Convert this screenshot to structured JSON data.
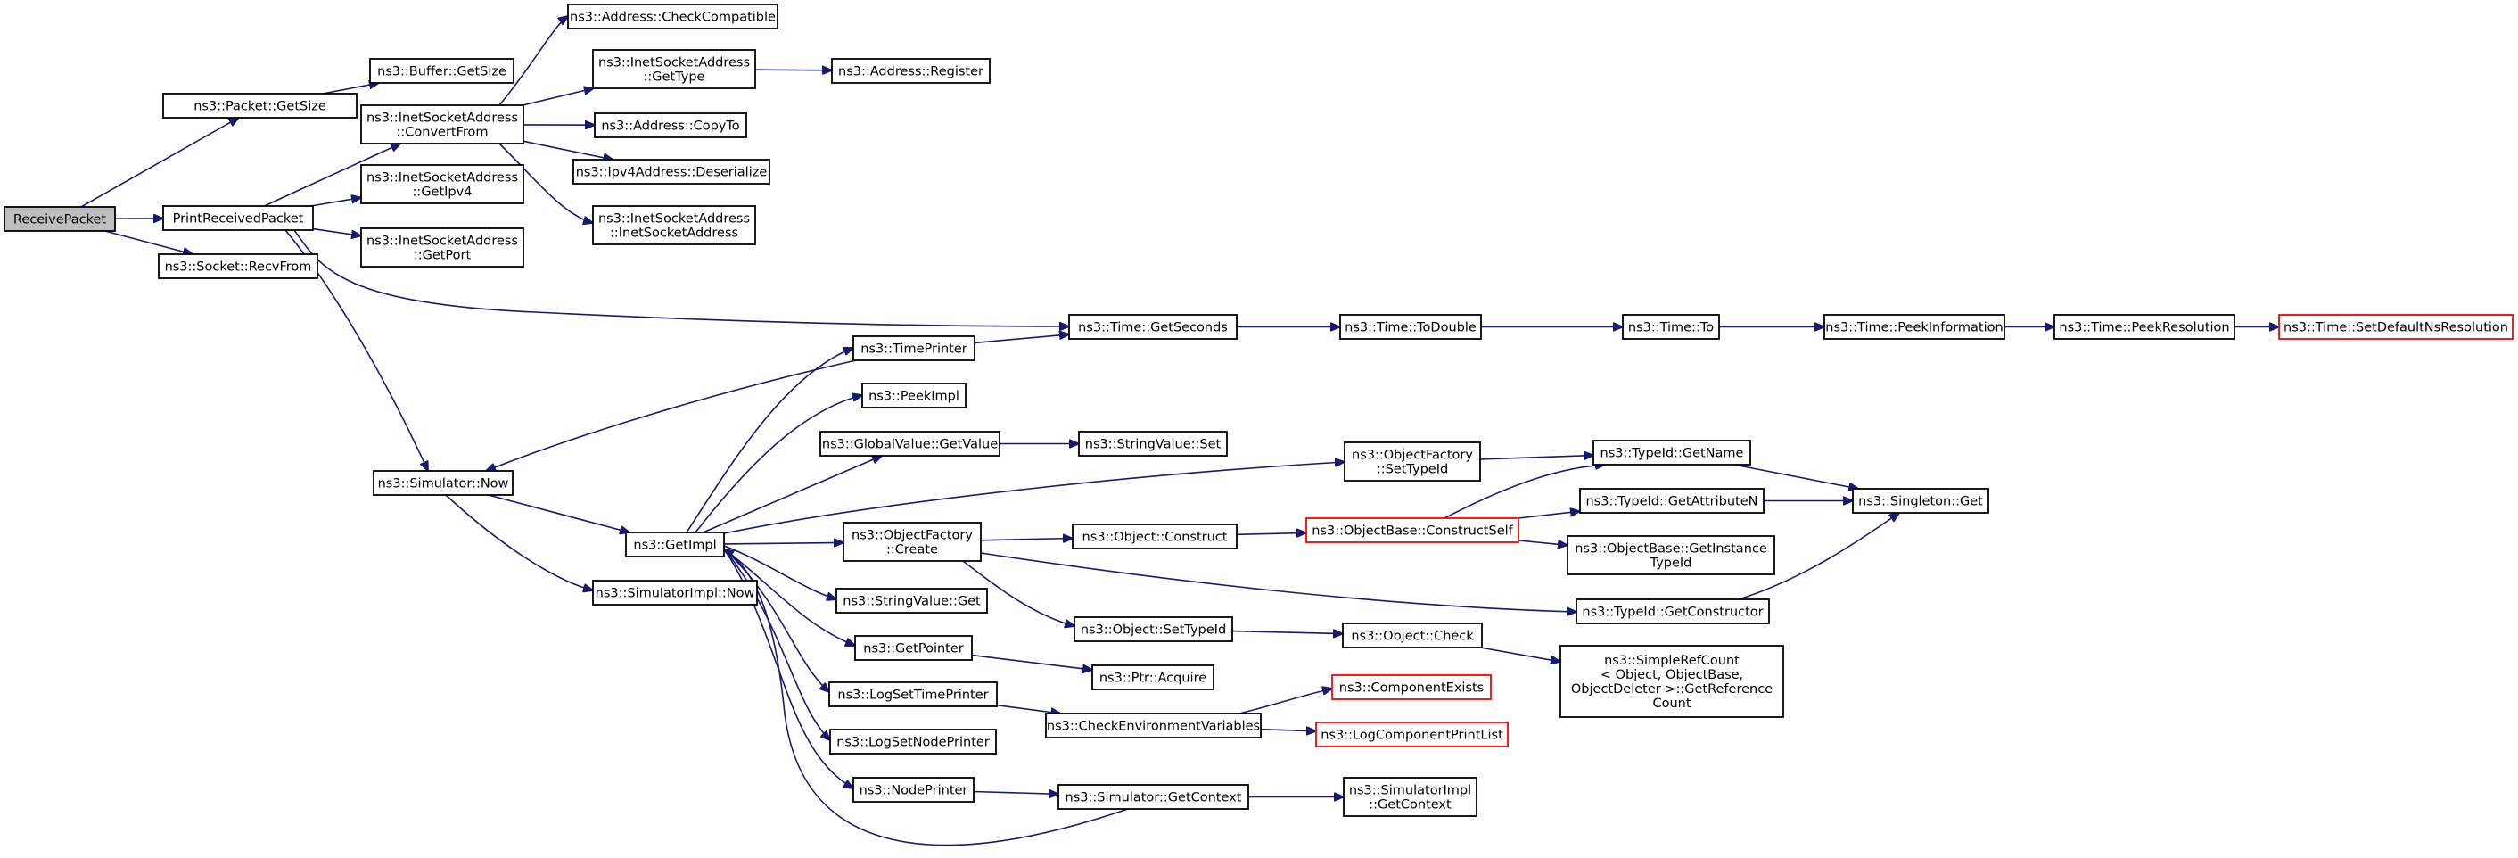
{
  "colors": {
    "edge": "#191970",
    "node_border": "#000000",
    "root_fill": "#bfbfbf",
    "red_border": "#ff0000",
    "background": "#ffffff"
  },
  "nodes": [
    {
      "id": "n0",
      "label": [
        "ReceivePacket"
      ],
      "kind": "root"
    },
    {
      "id": "n1",
      "label": [
        "ns3::Packet::GetSize"
      ]
    },
    {
      "id": "n2",
      "label": [
        "PrintReceivedPacket"
      ]
    },
    {
      "id": "n3",
      "label": [
        "ns3::Socket::RecvFrom"
      ]
    },
    {
      "id": "n4",
      "label": [
        "ns3::Buffer::GetSize"
      ]
    },
    {
      "id": "n5",
      "label": [
        "ns3::InetSocketAddress",
        "::ConvertFrom"
      ]
    },
    {
      "id": "n6",
      "label": [
        "ns3::InetSocketAddress",
        "::GetIpv4"
      ]
    },
    {
      "id": "n7",
      "label": [
        "ns3::InetSocketAddress",
        "::GetPort"
      ]
    },
    {
      "id": "n8",
      "label": [
        "ns3::Address::CheckCompatible"
      ]
    },
    {
      "id": "n9",
      "label": [
        "ns3::InetSocketAddress",
        "::GetType"
      ]
    },
    {
      "id": "n10",
      "label": [
        "ns3::Address::Register"
      ]
    },
    {
      "id": "n11",
      "label": [
        "ns3::Address::CopyTo"
      ]
    },
    {
      "id": "n12",
      "label": [
        "ns3::Ipv4Address::Deserialize"
      ]
    },
    {
      "id": "n13",
      "label": [
        "ns3::InetSocketAddress",
        "::InetSocketAddress"
      ]
    },
    {
      "id": "n14",
      "label": [
        "ns3::Time::GetSeconds"
      ]
    },
    {
      "id": "n15",
      "label": [
        "ns3::Time::ToDouble"
      ]
    },
    {
      "id": "n16",
      "label": [
        "ns3::Time::To"
      ]
    },
    {
      "id": "n17",
      "label": [
        "ns3::Time::PeekInformation"
      ]
    },
    {
      "id": "n18",
      "label": [
        "ns3::Time::PeekResolution"
      ]
    },
    {
      "id": "n19",
      "label": [
        "ns3::Time::SetDefaultNsResolution"
      ],
      "kind": "red"
    },
    {
      "id": "n20",
      "label": [
        "ns3::Simulator::Now"
      ]
    },
    {
      "id": "n21",
      "label": [
        "ns3::GetImpl"
      ]
    },
    {
      "id": "n22",
      "label": [
        "ns3::SimulatorImpl::Now"
      ]
    },
    {
      "id": "n23",
      "label": [
        "ns3::TimePrinter"
      ]
    },
    {
      "id": "n24",
      "label": [
        "ns3::PeekImpl"
      ]
    },
    {
      "id": "n25",
      "label": [
        "ns3::GlobalValue::GetValue"
      ]
    },
    {
      "id": "n26",
      "label": [
        "ns3::StringValue::Set"
      ]
    },
    {
      "id": "n27",
      "label": [
        "ns3::ObjectFactory",
        "::SetTypeId"
      ]
    },
    {
      "id": "n28",
      "label": [
        "ns3::TypeId::GetName"
      ]
    },
    {
      "id": "n29",
      "label": [
        "ns3::Singleton::Get"
      ]
    },
    {
      "id": "n30",
      "label": [
        "ns3::TypeId::GetAttributeN"
      ]
    },
    {
      "id": "n31",
      "label": [
        "ns3::ObjectFactory",
        "::Create"
      ]
    },
    {
      "id": "n32",
      "label": [
        "ns3::Object::Construct"
      ]
    },
    {
      "id": "n33",
      "label": [
        "ns3::ObjectBase::ConstructSelf"
      ],
      "kind": "red"
    },
    {
      "id": "n34",
      "label": [
        "ns3::ObjectBase::GetInstance",
        "TypeId"
      ]
    },
    {
      "id": "n35",
      "label": [
        "ns3::TypeId::GetConstructor"
      ]
    },
    {
      "id": "n36",
      "label": [
        "ns3::StringValue::Get"
      ]
    },
    {
      "id": "n37",
      "label": [
        "ns3::Object::SetTypeId"
      ]
    },
    {
      "id": "n38",
      "label": [
        "ns3::Object::Check"
      ]
    },
    {
      "id": "n39",
      "label": [
        "ns3::SimpleRefCount",
        "< Object, ObjectBase,",
        " ObjectDeleter >::GetReference",
        "Count"
      ]
    },
    {
      "id": "n40",
      "label": [
        "ns3::GetPointer"
      ]
    },
    {
      "id": "n41",
      "label": [
        "ns3::Ptr::Acquire"
      ]
    },
    {
      "id": "n42",
      "label": [
        "ns3::LogSetTimePrinter"
      ]
    },
    {
      "id": "n43",
      "label": [
        "ns3::CheckEnvironmentVariables"
      ]
    },
    {
      "id": "n44",
      "label": [
        "ns3::ComponentExists"
      ],
      "kind": "red"
    },
    {
      "id": "n45",
      "label": [
        "ns3::LogComponentPrintList"
      ],
      "kind": "red"
    },
    {
      "id": "n46",
      "label": [
        "ns3::LogSetNodePrinter"
      ]
    },
    {
      "id": "n47",
      "label": [
        "ns3::NodePrinter"
      ]
    },
    {
      "id": "n48",
      "label": [
        "ns3::Simulator::GetContext"
      ]
    },
    {
      "id": "n49",
      "label": [
        "ns3::SimulatorImpl",
        "::GetContext"
      ]
    }
  ],
  "edges": [
    [
      "n0",
      "n1"
    ],
    [
      "n0",
      "n2"
    ],
    [
      "n0",
      "n3"
    ],
    [
      "n1",
      "n4"
    ],
    [
      "n2",
      "n5"
    ],
    [
      "n2",
      "n6"
    ],
    [
      "n2",
      "n7"
    ],
    [
      "n2",
      "n14"
    ],
    [
      "n2",
      "n20"
    ],
    [
      "n5",
      "n8"
    ],
    [
      "n5",
      "n9"
    ],
    [
      "n5",
      "n11"
    ],
    [
      "n5",
      "n12"
    ],
    [
      "n5",
      "n13"
    ],
    [
      "n9",
      "n10"
    ],
    [
      "n14",
      "n15"
    ],
    [
      "n15",
      "n16"
    ],
    [
      "n16",
      "n17"
    ],
    [
      "n17",
      "n18"
    ],
    [
      "n18",
      "n19"
    ],
    [
      "n20",
      "n21"
    ],
    [
      "n20",
      "n22"
    ],
    [
      "n21",
      "n23"
    ],
    [
      "n21",
      "n24"
    ],
    [
      "n21",
      "n25"
    ],
    [
      "n21",
      "n27"
    ],
    [
      "n21",
      "n31"
    ],
    [
      "n21",
      "n36"
    ],
    [
      "n21",
      "n40"
    ],
    [
      "n21",
      "n42"
    ],
    [
      "n21",
      "n46"
    ],
    [
      "n21",
      "n47"
    ],
    [
      "n23",
      "n14"
    ],
    [
      "n23",
      "n20"
    ],
    [
      "n25",
      "n26"
    ],
    [
      "n27",
      "n28"
    ],
    [
      "n28",
      "n29"
    ],
    [
      "n31",
      "n32"
    ],
    [
      "n31",
      "n37"
    ],
    [
      "n31",
      "n35"
    ],
    [
      "n32",
      "n33"
    ],
    [
      "n33",
      "n28"
    ],
    [
      "n33",
      "n30"
    ],
    [
      "n33",
      "n34"
    ],
    [
      "n30",
      "n29"
    ],
    [
      "n35",
      "n29"
    ],
    [
      "n37",
      "n38"
    ],
    [
      "n38",
      "n39"
    ],
    [
      "n40",
      "n41"
    ],
    [
      "n42",
      "n43"
    ],
    [
      "n43",
      "n44"
    ],
    [
      "n43",
      "n45"
    ],
    [
      "n47",
      "n48"
    ],
    [
      "n48",
      "n49"
    ],
    [
      "n48",
      "n21"
    ]
  ]
}
